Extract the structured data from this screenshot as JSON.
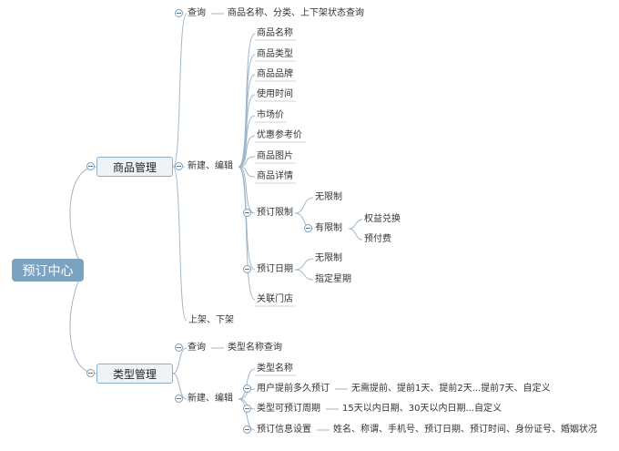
{
  "root": "预订中心",
  "goods": {
    "title": "商品管理",
    "query": "查询",
    "query_desc": "商品名称、分类、上下架状态查询",
    "edit": "新建、编辑",
    "fields": [
      "商品名称",
      "商品类型",
      "商品品牌",
      "使用时间",
      "市场价",
      "优惠参考价",
      "商品图片",
      "商品详情"
    ],
    "limit": "预订限制",
    "no_limit": "无限制",
    "has_limit": "有限制",
    "limit_opts": [
      "权益兑换",
      "预付费"
    ],
    "date": "预订日期",
    "date_opts": [
      "无限制",
      "指定星期"
    ],
    "store": "关联门店",
    "shelf": "上架、下架"
  },
  "types": {
    "title": "类型管理",
    "query": "查询",
    "query_desc": "类型名称查询",
    "edit": "新建、编辑",
    "name": "类型名称",
    "advance": "用户提前多久预订",
    "advance_desc": "无需提前、提前1天、提前2天...提前7天、自定义",
    "period": "类型可预订周期",
    "period_desc": "15天以内日期、30天以内日期...自定义",
    "info": "预订信息设置",
    "info_desc": "姓名、称谓、手机号、预订日期、预订时间、身份证号、婚姻状况"
  }
}
